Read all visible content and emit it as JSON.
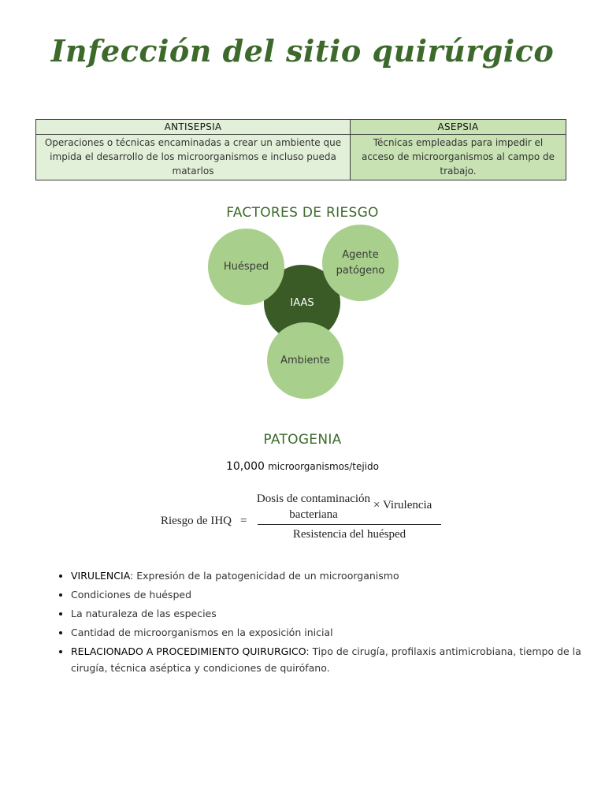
{
  "title": "Infección del sitio quirúrgico",
  "table": {
    "headers": [
      "ANTISEPSIA",
      "ASEPSIA"
    ],
    "cells": [
      "Operaciones o técnicas encaminadas a crear un ambiente que impida el desarrollo de los microorganismos e incluso pueda matarlos",
      "Técnicas empleadas para impedir el acceso de microorganismos al campo de trabajo."
    ]
  },
  "factores": {
    "title": "FACTORES DE RIESGO",
    "host_line1": "Huésped",
    "agent_line1": "Agente",
    "agent_line2": "patógeno",
    "center": "IAAS",
    "env": "Ambiente"
  },
  "patogenia": {
    "title": "PATOGENIA",
    "count": "10,000",
    "count_unit": "microorganismos/tejido"
  },
  "formula": {
    "lhs": "Riesgo de IHQ",
    "eq": "=",
    "num_line1": "Dosis de contaminación",
    "num_line2": "bacteriana",
    "times": "× Virulencia",
    "den": "Resistencia del huésped"
  },
  "bullets": [
    {
      "term": "VIRULENCIA",
      "text": ": Expresión de la patogenicidad de un microorganismo"
    },
    {
      "term": "",
      "text": "Condiciones de huésped"
    },
    {
      "term": "",
      "text": "La naturaleza de las especies"
    },
    {
      "term": "",
      "text": "Cantidad de microorganismos en la exposición inicial"
    },
    {
      "term": "RELACIONADO A PROCEDIMIENTO QUIRURGICO",
      "text": ": Tipo de cirugía, profilaxis antimicrobiana, tiempo de la cirugía, técnica aséptica y condiciones de quirófano."
    }
  ],
  "colors": {
    "accent": "#3d6a2c",
    "circle_light": "#a8d08c",
    "circle_dark": "#3a5a26",
    "table_left": "#e3f0d9",
    "table_right": "#c8e2b4"
  }
}
